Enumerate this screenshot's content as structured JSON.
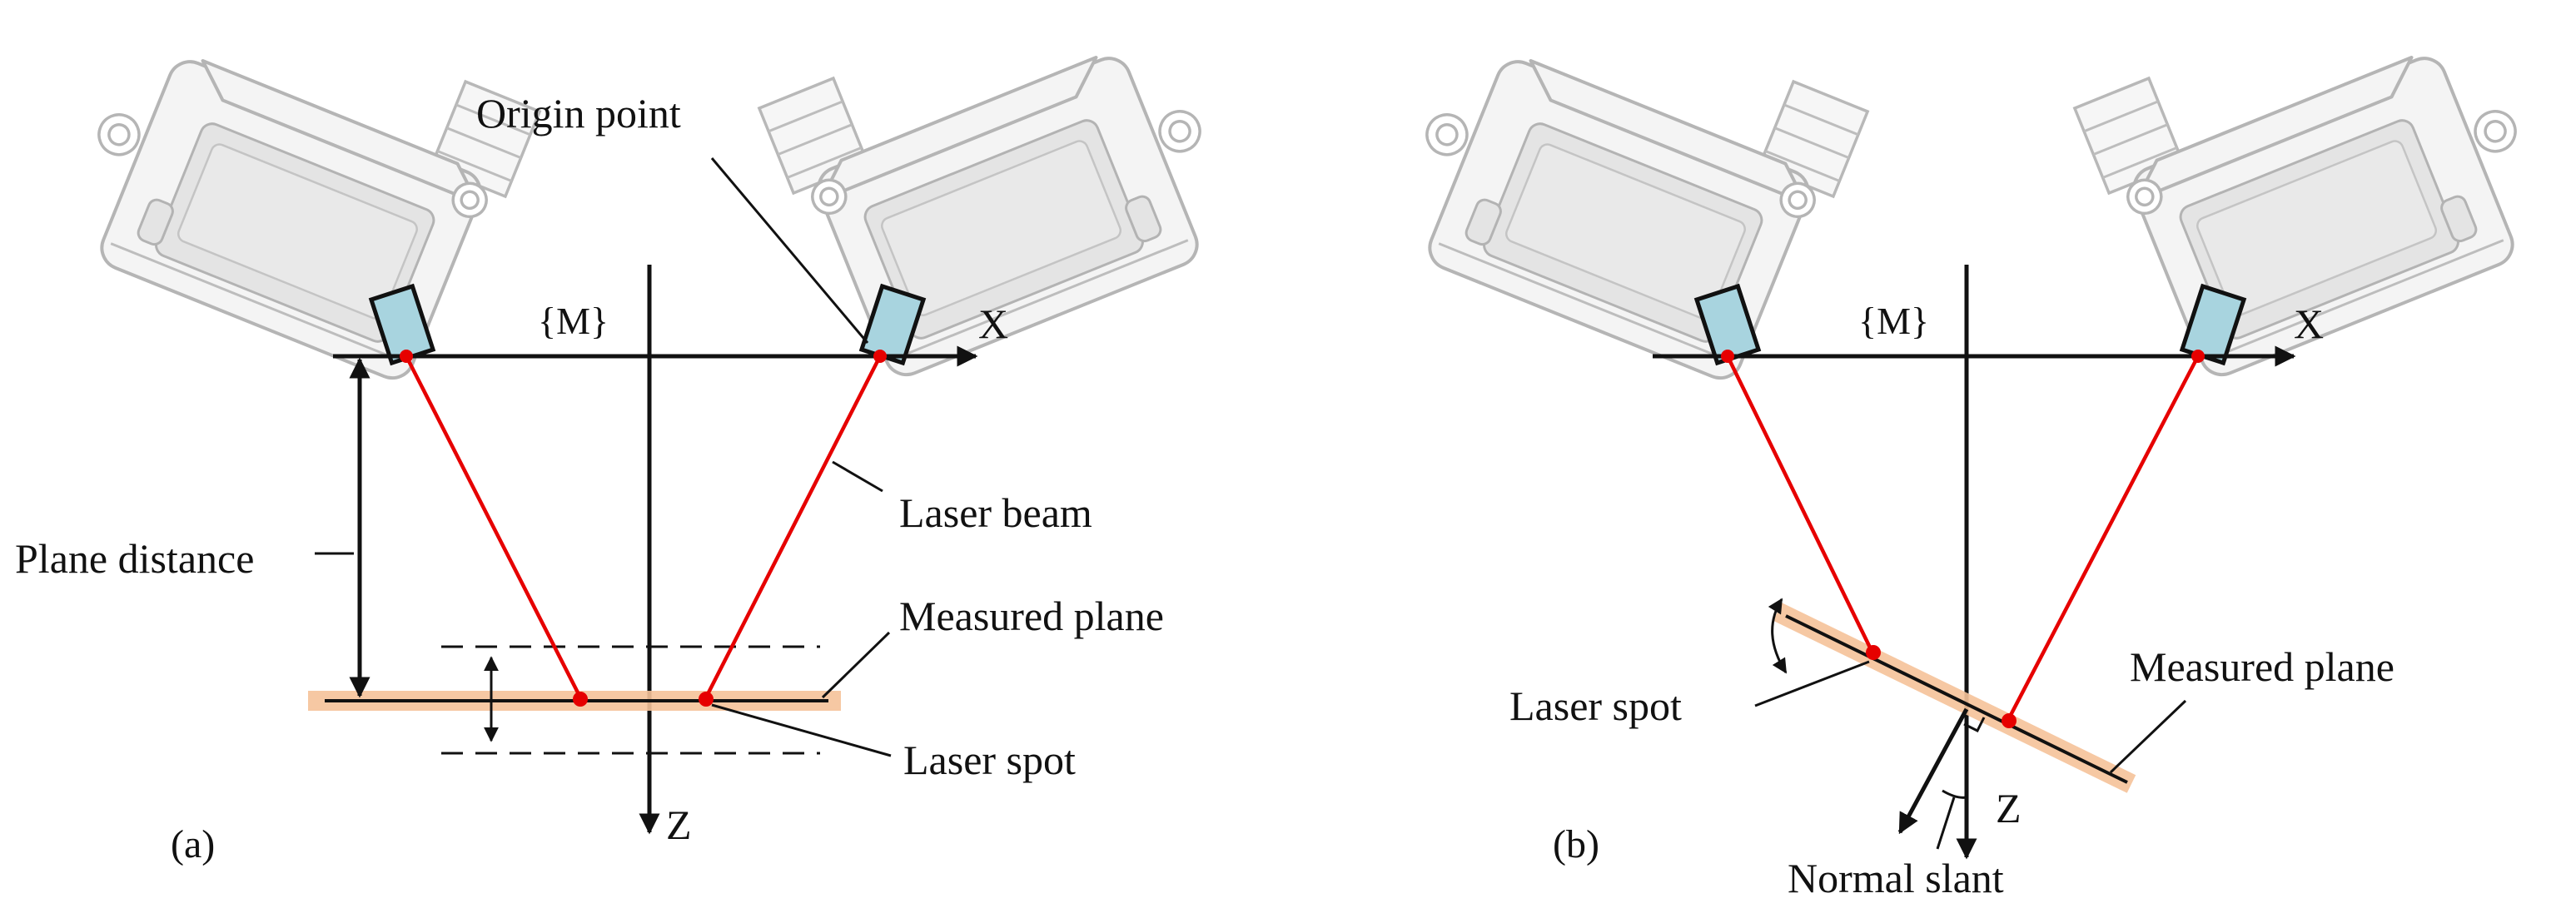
{
  "panel_a": {
    "tag": "(a)",
    "frame_label": "{M}",
    "x_label": "X",
    "z_label": "Z",
    "origin_label": "Origin point",
    "laser_beam_label": "Laser beam",
    "plane_distance_label": "Plane distance",
    "measured_plane_label": "Measured plane",
    "laser_spot_label": "Laser spot"
  },
  "panel_b": {
    "tag": "(b)",
    "frame_label": "{M}",
    "x_label": "X",
    "z_label": "Z",
    "laser_spot_label": "Laser spot",
    "measured_plane_label": "Measured plane",
    "normal_slant_label": "Normal slant"
  },
  "colors": {
    "laser": "#e60000",
    "lens": "#a8d4df",
    "plane_glow": "#f6c39a",
    "sensor_housing": "#f4f4f4"
  }
}
